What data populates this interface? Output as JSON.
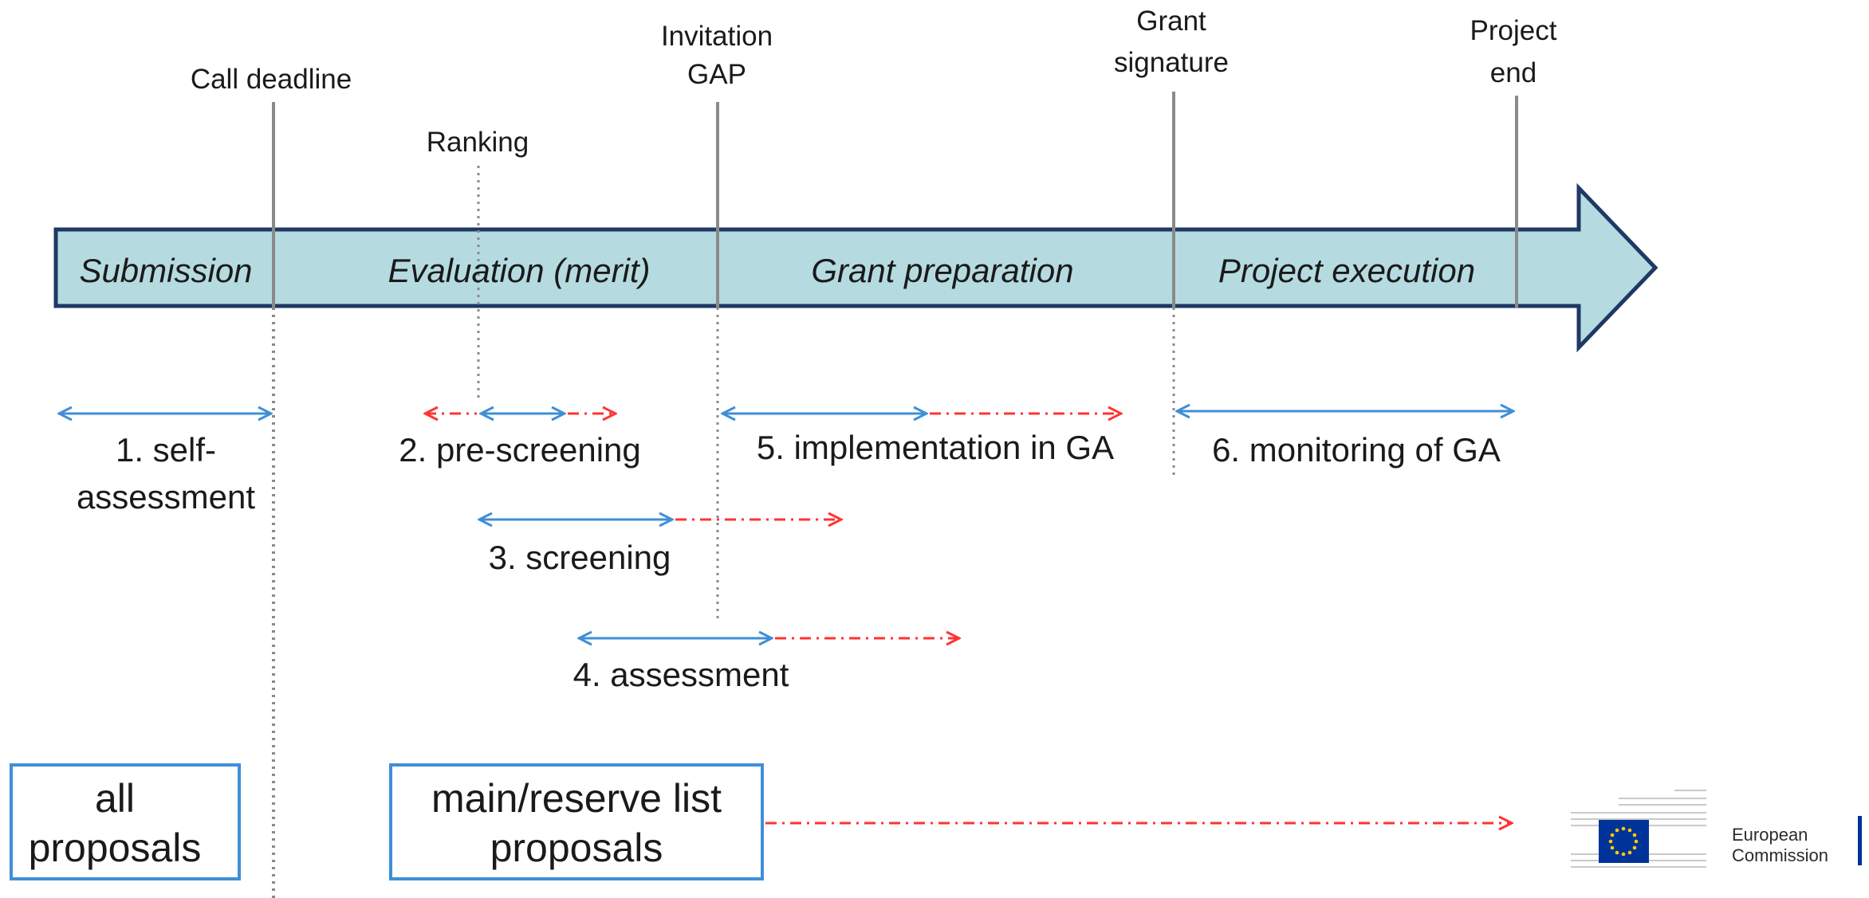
{
  "milestones": {
    "call_deadline": "Call deadline",
    "ranking": "Ranking",
    "invitation_gap_line1": "Invitation",
    "invitation_gap_line2": "GAP",
    "grant_signature_line1": "Grant",
    "grant_signature_line2": "signature",
    "project_end_line1": "Project",
    "project_end_line2": "end"
  },
  "phases": {
    "submission": "Submission",
    "evaluation": "Evaluation (merit)",
    "grant_preparation": "Grant preparation",
    "project_execution": "Project execution"
  },
  "steps": {
    "self_assessment_line1": "1. self-",
    "self_assessment_line2": "assessment",
    "pre_screening": "2. pre-screening",
    "screening": "3. screening",
    "assessment": "4. assessment",
    "implementation": "5. implementation in GA",
    "monitoring": "6. monitoring of GA"
  },
  "boxes": {
    "all_proposals_line1": "all",
    "all_proposals_line2": "proposals",
    "main_reserve_line1": "main/reserve list",
    "main_reserve_line2": "proposals"
  },
  "logo": {
    "line1": "European",
    "line2": "Commission"
  },
  "colors": {
    "timeline_fill": "#b5dbe0",
    "timeline_stroke": "#1f3864",
    "solid_arrow": "#3f8fd6",
    "dashed_arrow": "#ff3333",
    "box_border": "#3f8fd6",
    "eu_flag": "#003399",
    "eu_stars": "#ffcc00"
  }
}
